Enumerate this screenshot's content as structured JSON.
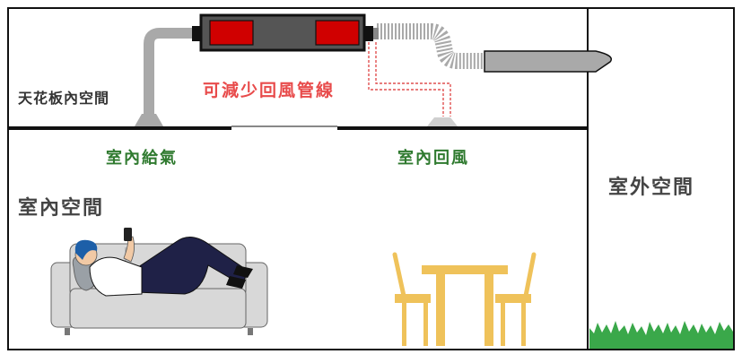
{
  "labels": {
    "ceiling_space": "天花板內空間",
    "reduce_return_duct": "可減少回風管線",
    "indoor_supply": "室內給氣",
    "indoor_return": "室內回風",
    "indoor_space": "室內空間",
    "outdoor_space": "室外空間"
  },
  "colors": {
    "outline": "#111111",
    "duct": "#a9a9a9",
    "unit_body": "#555555",
    "unit_coil": "#d00000",
    "dashed_duct": "#e05050",
    "label_green": "#2f7a2f",
    "label_red": "#e84b4b",
    "sofa": "#d8d8d8",
    "person_shirt": "#ffffff",
    "person_pants": "#1f2147",
    "person_hair": "#1d5fa8",
    "furniture_gold": "#efc25a",
    "grass": "#3aa84a"
  }
}
